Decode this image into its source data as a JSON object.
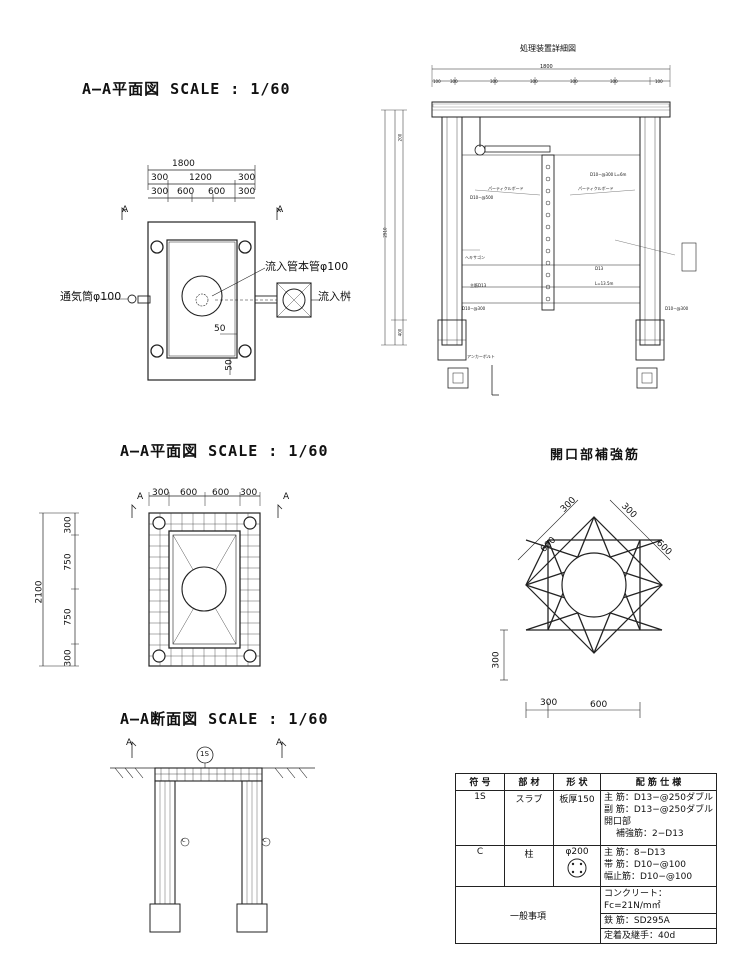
{
  "titles": {
    "plan1": "A—A平面図 SCALE : 1/60",
    "plan2": "A—A平面図 SCALE : 1/60",
    "section": "A—A断面図 SCALE : 1/60",
    "detail": "処理装置詳細図",
    "opening": "開口部補強筋"
  },
  "plan1": {
    "dim_total": "1800",
    "dim_row": [
      "300",
      "1200",
      "300"
    ],
    "dim_row2": [
      "300",
      "600",
      "600",
      "300"
    ],
    "label_inflow_pipe": "流入管本管φ100",
    "label_vent": "通気筒φ100",
    "label_inflow_box": "流入桝",
    "dim_50a": "50",
    "dim_50b": "50",
    "marker": "A"
  },
  "plan2": {
    "dim_top": [
      "300",
      "600",
      "600",
      "300"
    ],
    "dim_side": [
      "300",
      "750",
      "750",
      "300"
    ],
    "dim_total": "2100",
    "marker": "A"
  },
  "opening": {
    "dims_diag": [
      "300",
      "600",
      "300",
      "600"
    ],
    "dim_side": "300",
    "dim_bottom": [
      "300",
      "600"
    ]
  },
  "section": {
    "label_slab": "1S",
    "label_col_left": "C",
    "label_col_right": "C",
    "marker": "A"
  },
  "detail": {
    "dim_top": "1800",
    "dim_top_row": [
      "100",
      "300",
      "300",
      "300",
      "300",
      "300",
      "100"
    ],
    "dim_left_total": "2510",
    "dim_left_parts": [
      "200",
      "400"
    ],
    "notes_left": [
      "D10−@500",
      "パーティクルボード",
      "ヘキサゴン",
      "主筋D13",
      "D10−@300"
    ],
    "notes_right": [
      "D10−@300 L=6m",
      "パーティクルボード",
      "D13",
      "L=13.5m",
      "D10−@300"
    ],
    "label_anchor": "アンカーボルト"
  },
  "spec_table": {
    "headers": [
      "符 号",
      "部 材",
      "形 状",
      "配 筋 仕 様"
    ],
    "rows": [
      {
        "code": "1S",
        "member": "スラブ",
        "shape": "板厚150",
        "specs": [
          "主 筋：D13−@250ダブル",
          "副 筋：D13−@250ダブル",
          "開口部",
          "補強筋：2−D13"
        ]
      },
      {
        "code": "C",
        "member": "柱",
        "shape": "φ200",
        "specs": [
          "主 筋：8−D13",
          "帯 筋：D10−@100",
          "幅止筋：D10−@100"
        ]
      }
    ],
    "general_label": "一般事項",
    "general": [
      "コンクリート：Fc=21N/m㎡",
      "鉄 筋：SD295A",
      "定着及継手：40d"
    ]
  }
}
